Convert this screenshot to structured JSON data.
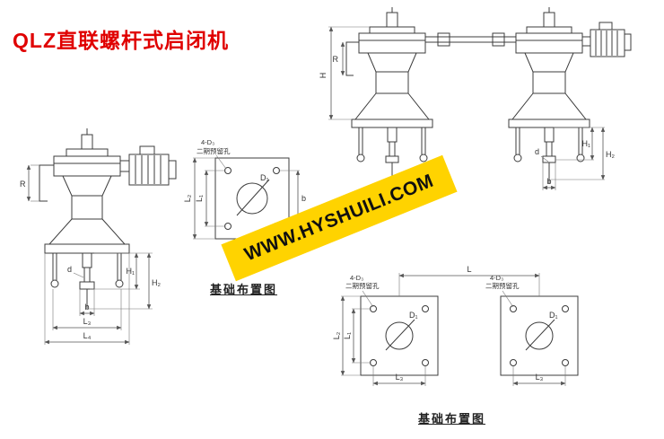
{
  "page": {
    "title": "QLZ直联螺杆式启闭机",
    "title_color": "#e00000",
    "line_color": "#3c3c3c",
    "background": "#ffffff"
  },
  "watermark": {
    "text": "WWW.HYSHUILI.COM",
    "bg": "#ffd300",
    "fg": "#101010"
  },
  "captions": {
    "single_foundation": "基础布置图",
    "double_foundation": "基础布置图"
  },
  "dims": {
    "R": "R",
    "H": "H",
    "d": "d",
    "b": "b",
    "H1": "H₁",
    "H2": "H₂",
    "L": "L",
    "L1": "L₁",
    "L2": "L₂",
    "L3": "L₃",
    "L4": "L₄",
    "D1": "D₁",
    "bolt_holes": "4-D₃",
    "reserve_note": "二期预留孔"
  }
}
